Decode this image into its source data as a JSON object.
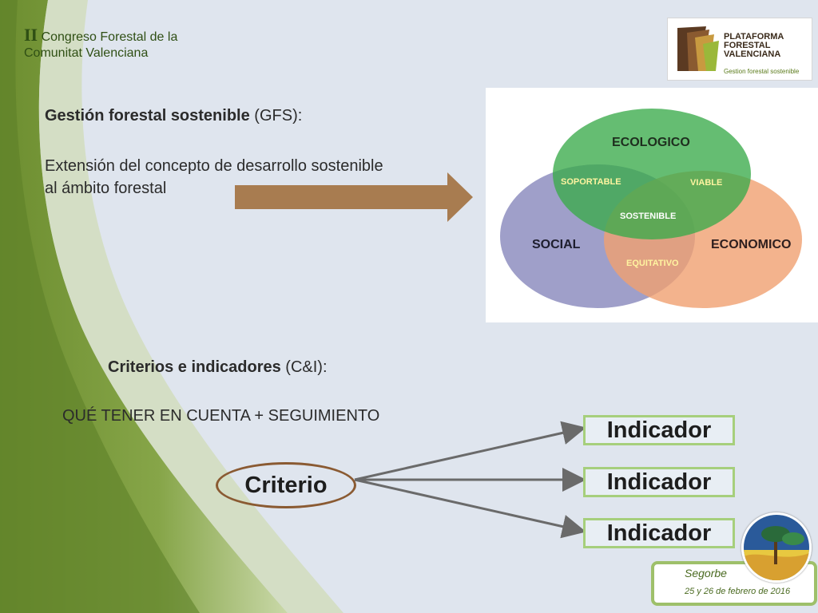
{
  "conference": {
    "roman": "II",
    "line1": "Congreso Forestal de la",
    "line2": "Comunitat Valenciana"
  },
  "logo": {
    "line1": "PLATAFORMA",
    "line2": "FORESTAL",
    "line3": "VALENCIANA",
    "tagline": "Gestion forestal sostenible"
  },
  "gfs": {
    "heading_bold": "Gestión forestal sostenible",
    "heading_rest": " (GFS):",
    "desc_line1": "Extensión del concepto de desarrollo sostenible",
    "desc_line2": "al ámbito forestal"
  },
  "venn": {
    "ecologico": "ECOLOGICO",
    "social": "SOCIAL",
    "economico": "ECONOMICO",
    "soportable": "SOPORTABLE",
    "viable": "VIABLE",
    "equitativo": "EQUITATIVO",
    "sostenible": "SOSTENIBLE"
  },
  "ci": {
    "heading_bold": "Criterios e indicadores",
    "heading_rest": " (C&I):",
    "subtitle": "QUÉ TENER EN CUENTA + SEGUIMIENTO"
  },
  "diagram": {
    "criterio": "Criterio",
    "indicators": [
      "Indicador",
      "Indicador",
      "Indicador"
    ]
  },
  "footer": {
    "city": "Segorbe",
    "date": "25 y 26 de febrero de 2016"
  },
  "colors": {
    "green_band": "#7a9a3a",
    "arrow": "#a87c50",
    "ecologico": "#3aaa4a",
    "social": "#8e8ec0",
    "economico": "#f0a070"
  }
}
